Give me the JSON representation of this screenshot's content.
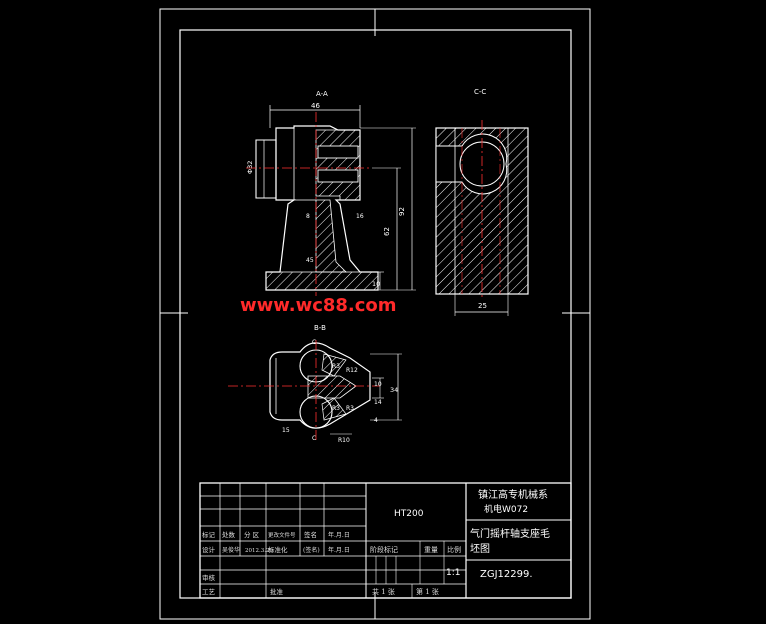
{
  "views": {
    "section_a_label": "A-A",
    "section_c_label": "C-C",
    "section_b_label": "B-B"
  },
  "dimensions": {
    "width_top": "46",
    "dia_left": "Φ32",
    "height_total": "92",
    "height_mid": "62",
    "base_h": "10",
    "rib_a": "8",
    "rib_b": "16",
    "inner_w": "45",
    "cc_width": "25",
    "bb_r1": "R3",
    "bb_r2": "R12",
    "bb_d1": "10",
    "bb_d2": "14",
    "bb_d3": "4",
    "bb_h": "34",
    "bb_r3": "R3",
    "bb_r4": "R10",
    "bb_r5": "R3",
    "bb_dim_left": "15",
    "bb_c1": "C",
    "bb_c2": "C"
  },
  "watermark": "www.wc88.com",
  "title_block": {
    "material": "HT200",
    "school": "镇江高专机械系",
    "class": "机电W072",
    "part_name_line1": "气门摇杆轴支座毛",
    "part_name_line2": "坯图",
    "drawing_no": "ZGJ12299.",
    "scale": "1:1",
    "stage_mark_label": "阶段标记",
    "weight_label": "重量",
    "scale_label": "比例",
    "sheet_total": "共 1 张",
    "sheet_no": "第 1 张",
    "row_labels": {
      "mark": "标记",
      "count": "处数",
      "zone": "分 区",
      "change_doc": "更改文件号",
      "sign": "签名",
      "date": "年.月.日",
      "design": "设计",
      "designer": "吴俊华",
      "design_date": "2012.3.20",
      "standardize": "标准化",
      "std_sign": "(签名)",
      "std_date": "年.月.日",
      "review": "审核",
      "process": "工艺",
      "approve": "批准"
    }
  },
  "colors": {
    "line": "#ffffff",
    "center": "#ff3030",
    "hatch": "#ffffff",
    "watermark": "#ff2a2a"
  }
}
